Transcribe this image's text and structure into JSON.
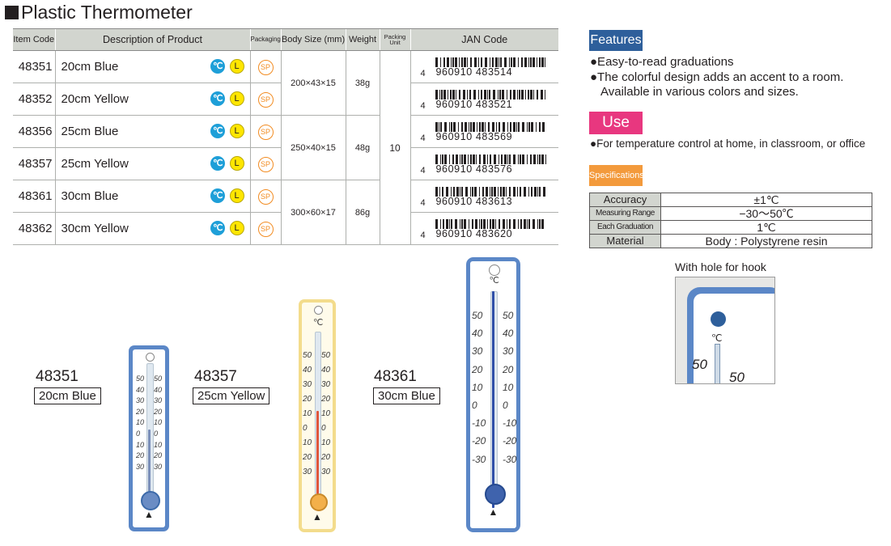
{
  "title": "Plastic Thermometer",
  "table": {
    "headers": {
      "item_code": "Item Code",
      "description": "Description of Product",
      "packaging": "Packaging",
      "body_size": "Body Size (mm)",
      "weight": "Weight",
      "packing_unit": "Packing Unit",
      "jan_code": "JAN Code"
    },
    "rows": [
      {
        "code": "48351",
        "desc": "20cm Blue",
        "jan": "960910 483514"
      },
      {
        "code": "48352",
        "desc": "20cm Yellow",
        "jan": "960910 483521"
      },
      {
        "code": "48356",
        "desc": "25cm Blue",
        "jan": "960910 483569"
      },
      {
        "code": "48357",
        "desc": "25cm Yellow",
        "jan": "960910 483576"
      },
      {
        "code": "48361",
        "desc": "30cm Blue",
        "jan": "960910 483613"
      },
      {
        "code": "48362",
        "desc": "30cm Yellow",
        "jan": "960910 483620"
      }
    ],
    "groups": [
      {
        "size": "200×43×15",
        "weight": "38g"
      },
      {
        "size": "250×40×15",
        "weight": "48g"
      },
      {
        "size": "300×60×17",
        "weight": "86g"
      }
    ],
    "packing_unit": "10",
    "jan_prefix": "4",
    "icon_celsius": "℃",
    "icon_l": "L",
    "icon_sp": "SP"
  },
  "features": {
    "label": "Features",
    "items": [
      "●Easy-to-read graduations",
      "●The colorful design adds an accent to a room.",
      "Available in various colors and sizes."
    ]
  },
  "use": {
    "label": "Use",
    "text": "●For temperature control at home, in classroom, or office"
  },
  "specifications": {
    "label": "Specifications",
    "rows": [
      {
        "key": "Accuracy",
        "value": "±1℃"
      },
      {
        "key": "Measuring Range",
        "value": "−30〜50℃"
      },
      {
        "key": "Each Graduation",
        "value": "1℃"
      },
      {
        "key": "Material",
        "value": "Body : Polystyrene resin"
      }
    ]
  },
  "hook": {
    "caption": "With hole for hook",
    "scale_unit": "℃",
    "scale_50": "50"
  },
  "products": [
    {
      "code": "48351",
      "name": "20cm Blue"
    },
    {
      "code": "48357",
      "name": "25cm Yellow"
    },
    {
      "code": "48361",
      "name": "30cm Blue"
    }
  ],
  "scale": {
    "unit": "℃",
    "ticks": [
      "50",
      "40",
      "30",
      "20",
      "10",
      "0",
      "10",
      "20",
      "30"
    ],
    "ticks_30cm_right": [
      "50",
      "40",
      "30",
      "20",
      "10",
      "0",
      "-10",
      "-20",
      "-30"
    ],
    "ticks_30cm_left": [
      "50",
      "40",
      "30",
      "20",
      "10",
      "0",
      "-10",
      "-20",
      "-30"
    ]
  },
  "colors": {
    "header_bg": "#d2d5cf",
    "features": "#2e5f9b",
    "use": "#e8377f",
    "specifications": "#f39a3c",
    "blue_frame": "#5b87c7",
    "yellow_frame": "#f3dc8c"
  }
}
